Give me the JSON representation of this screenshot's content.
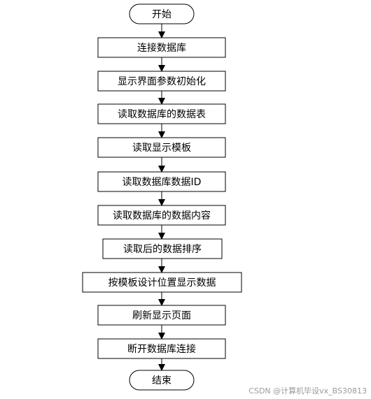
{
  "flowchart": {
    "nodes": [
      {
        "id": "start",
        "shape": "terminal",
        "label": "开始"
      },
      {
        "id": "connect-db",
        "shape": "process",
        "label": "连接数据库"
      },
      {
        "id": "init-display",
        "shape": "process",
        "label": "显示界面参数初始化"
      },
      {
        "id": "read-table",
        "shape": "process",
        "label": "读取数据库的数据表"
      },
      {
        "id": "read-template",
        "shape": "process",
        "label": "读取显示模板"
      },
      {
        "id": "read-id",
        "shape": "process",
        "label": "读取数据库数据ID"
      },
      {
        "id": "read-content",
        "shape": "process",
        "label": "读取数据库的数据内容"
      },
      {
        "id": "sort-data",
        "shape": "process",
        "label": "读取后的数据排序"
      },
      {
        "id": "show-by-template",
        "shape": "process",
        "label": "按模板设计位置显示数据"
      },
      {
        "id": "refresh-page",
        "shape": "process",
        "label": "刷新显示页面"
      },
      {
        "id": "disconnect-db",
        "shape": "process",
        "label": "断开数据库连接"
      },
      {
        "id": "end",
        "shape": "terminal",
        "label": "结束"
      }
    ],
    "edges": [
      [
        "start",
        "connect-db"
      ],
      [
        "connect-db",
        "init-display"
      ],
      [
        "init-display",
        "read-table"
      ],
      [
        "read-table",
        "read-template"
      ],
      [
        "read-template",
        "read-id"
      ],
      [
        "read-id",
        "read-content"
      ],
      [
        "read-content",
        "sort-data"
      ],
      [
        "sort-data",
        "show-by-template"
      ],
      [
        "show-by-template",
        "refresh-page"
      ],
      [
        "refresh-page",
        "disconnect-db"
      ],
      [
        "disconnect-db",
        "end"
      ]
    ]
  },
  "watermark": "CSDN @计算机毕设vx_BS30813"
}
